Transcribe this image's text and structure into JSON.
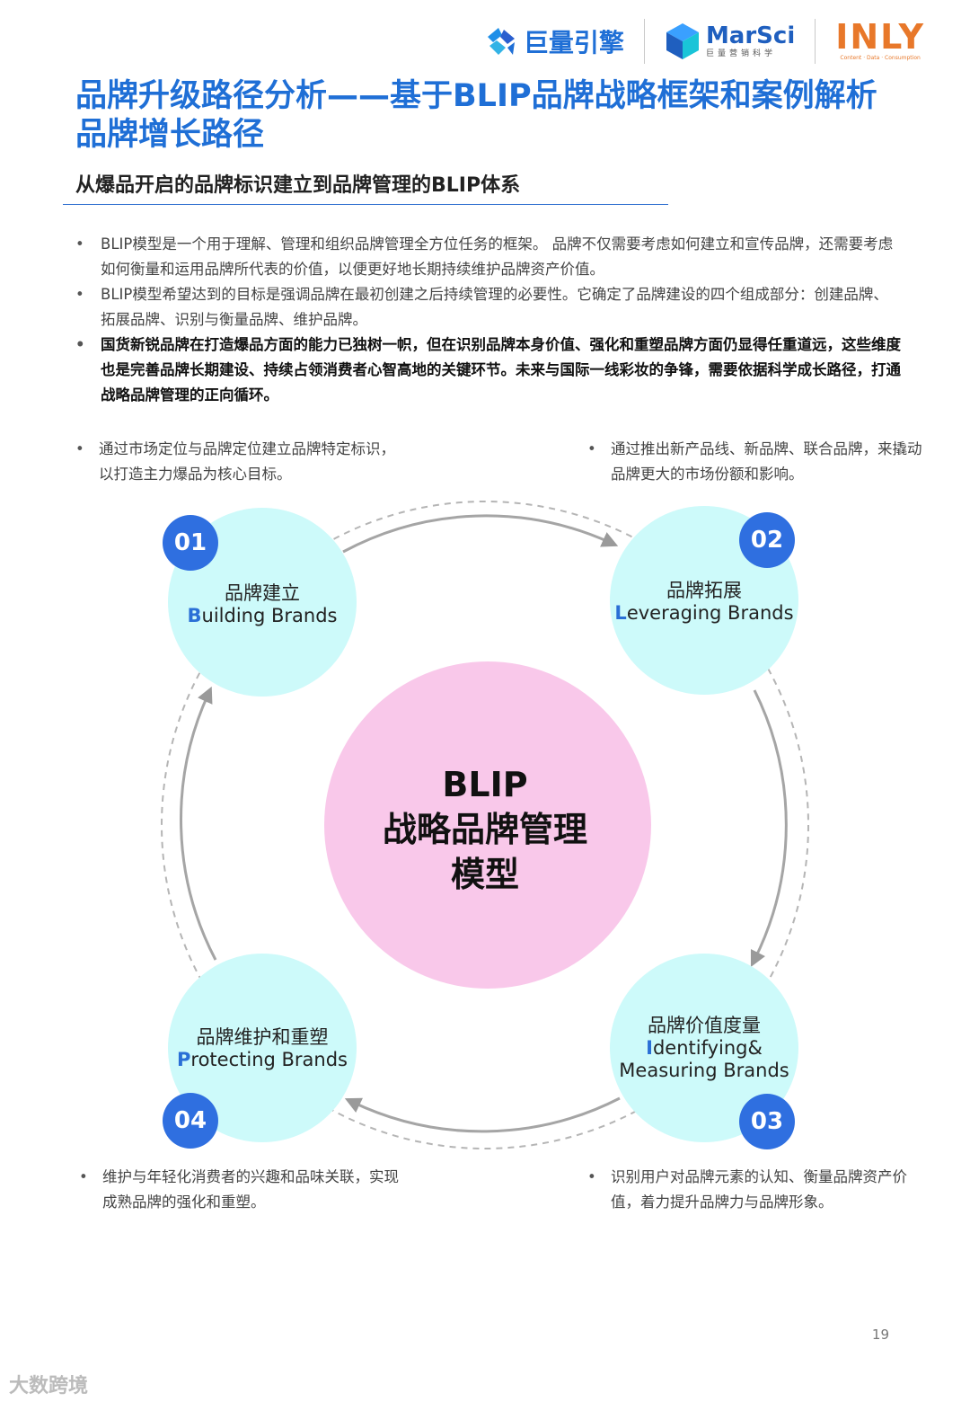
{
  "header": {
    "logo_juliang": "巨量引擎",
    "logo_marsci": "MarSci",
    "logo_marsci_sub": "巨量营销科学",
    "logo_inly": "INLY",
    "logo_inly_sub": "Content · Data · Consumption"
  },
  "title": "品牌升级路径分析——基于BLIP品牌战略框架和案例解析品牌增长路径",
  "subtitle": "从爆品开启的品牌标识建立到品牌管理的BLIP体系",
  "bullets": [
    "BLIP模型是一个用于理解、管理和组织品牌管理全方位任务的框架。 品牌不仅需要考虑如何建立和宣传品牌，还需要考虑如何衡量和运用品牌所代表的价值，以便更好地长期持续维护品牌资产价值。",
    "BLIP模型希望达到的目标是强调品牌在最初创建之后持续管理的必要性。它确定了品牌建设的四个组成部分：创建品牌、拓展品牌、识别与衡量品牌、维护品牌。",
    "国货新锐品牌在打造爆品方面的能力已独树一帜，但在识别品牌本身价值、强化和重塑品牌方面仍显得任重道远，这些维度也是完善品牌长期建设、持续占领消费者心智高地的关键环节。未来与国际一线彩妆的争锋，需要依据科学成长路径，打通战略品牌管理的正向循环。"
  ],
  "corners": {
    "top_left": "通过市场定位与品牌定位建立品牌特定标识，以打造主力爆品为核心目标。",
    "top_right": "通过推出新产品线、新品牌、联合品牌，来撬动品牌更大的市场份额和影响。",
    "bottom_left": "维护与年轻化消费者的兴趣和品味关联，实现成熟品牌的强化和重塑。",
    "bottom_right": "识别用户对品牌元素的认知、衡量品牌资产价值，着力提升品牌力与品牌形象。"
  },
  "center": {
    "line1": "BLIP",
    "line2": "战略品牌管理",
    "line3": "模型"
  },
  "stages": [
    {
      "num": "01",
      "zh": "品牌建立",
      "cap": "B",
      "en_rest": "uilding Brands"
    },
    {
      "num": "02",
      "zh": "品牌拓展",
      "cap": "L",
      "en_rest": "everaging Brands"
    },
    {
      "num": "03",
      "zh": "品牌价值度量",
      "cap": "I",
      "en_rest": "dentifying&",
      "en_line2": "Measuring Brands"
    },
    {
      "num": "04",
      "zh": "品牌维护和重塑",
      "cap": "P",
      "en_rest": "rotecting Brands"
    }
  ],
  "colors": {
    "primary_blue": "#1f6fd6",
    "badge_blue": "#2f6fe0",
    "stage_cyan": "#cdfafa",
    "center_pink": "#f9c8ea",
    "inly_orange": "#e8782a"
  },
  "page_number": "19",
  "watermark": "大数跨境"
}
